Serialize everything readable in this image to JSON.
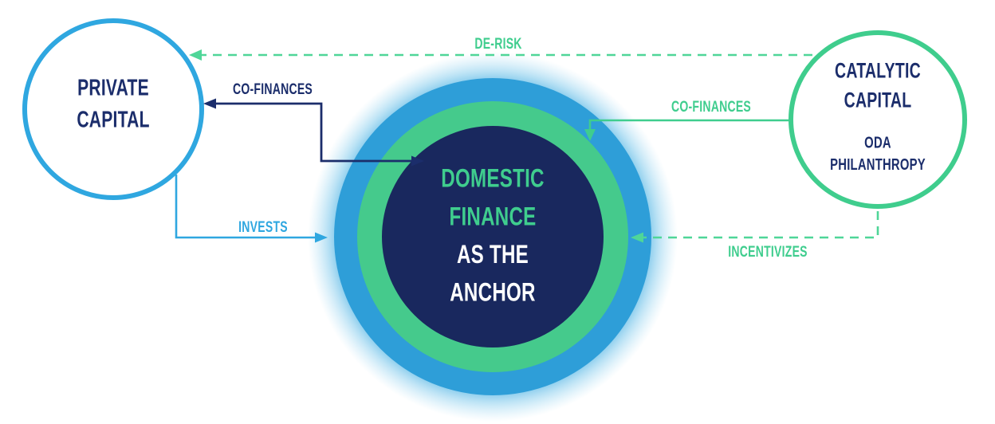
{
  "colors": {
    "blue": "#2FA7E0",
    "green": "#3FCD8E",
    "navy": "#1B2D6B",
    "center_circle_fill": "#19285E",
    "ring_blue": "#2E9ED8",
    "ring_green": "#45CA8C",
    "center_text_green": "#3FCA8C",
    "center_text_white": "#FFFFFF"
  },
  "nodes": {
    "private_capital": {
      "line1": "PRIVATE",
      "line2": "CAPITAL"
    },
    "catalytic_capital": {
      "line1": "CATALYTIC",
      "line2": "CAPITAL",
      "sub1": "ODA",
      "sub2": "PHILANTHROPY"
    },
    "domestic_finance": {
      "line1": "DOMESTIC",
      "line2": "FINANCE",
      "line3": "AS THE",
      "line4": "ANCHOR"
    }
  },
  "arrows": {
    "de_risk": {
      "label": "DE-RISK",
      "style": "dashed",
      "from": "catalytic_capital",
      "to": "private_capital"
    },
    "co_finances_private": {
      "label": "CO-FINANCES",
      "style": "solid-double-headed",
      "from": "private_capital",
      "to": "domestic_finance"
    },
    "invests": {
      "label": "INVESTS",
      "style": "solid",
      "from": "private_capital",
      "to": "domestic_finance"
    },
    "co_finances_catalytic": {
      "label": "CO-FINANCES",
      "style": "solid",
      "from": "catalytic_capital",
      "to": "domestic_finance"
    },
    "incentivizes": {
      "label": "INCENTIVIZES",
      "style": "dashed",
      "from": "catalytic_capital",
      "to": "domestic_finance"
    }
  }
}
